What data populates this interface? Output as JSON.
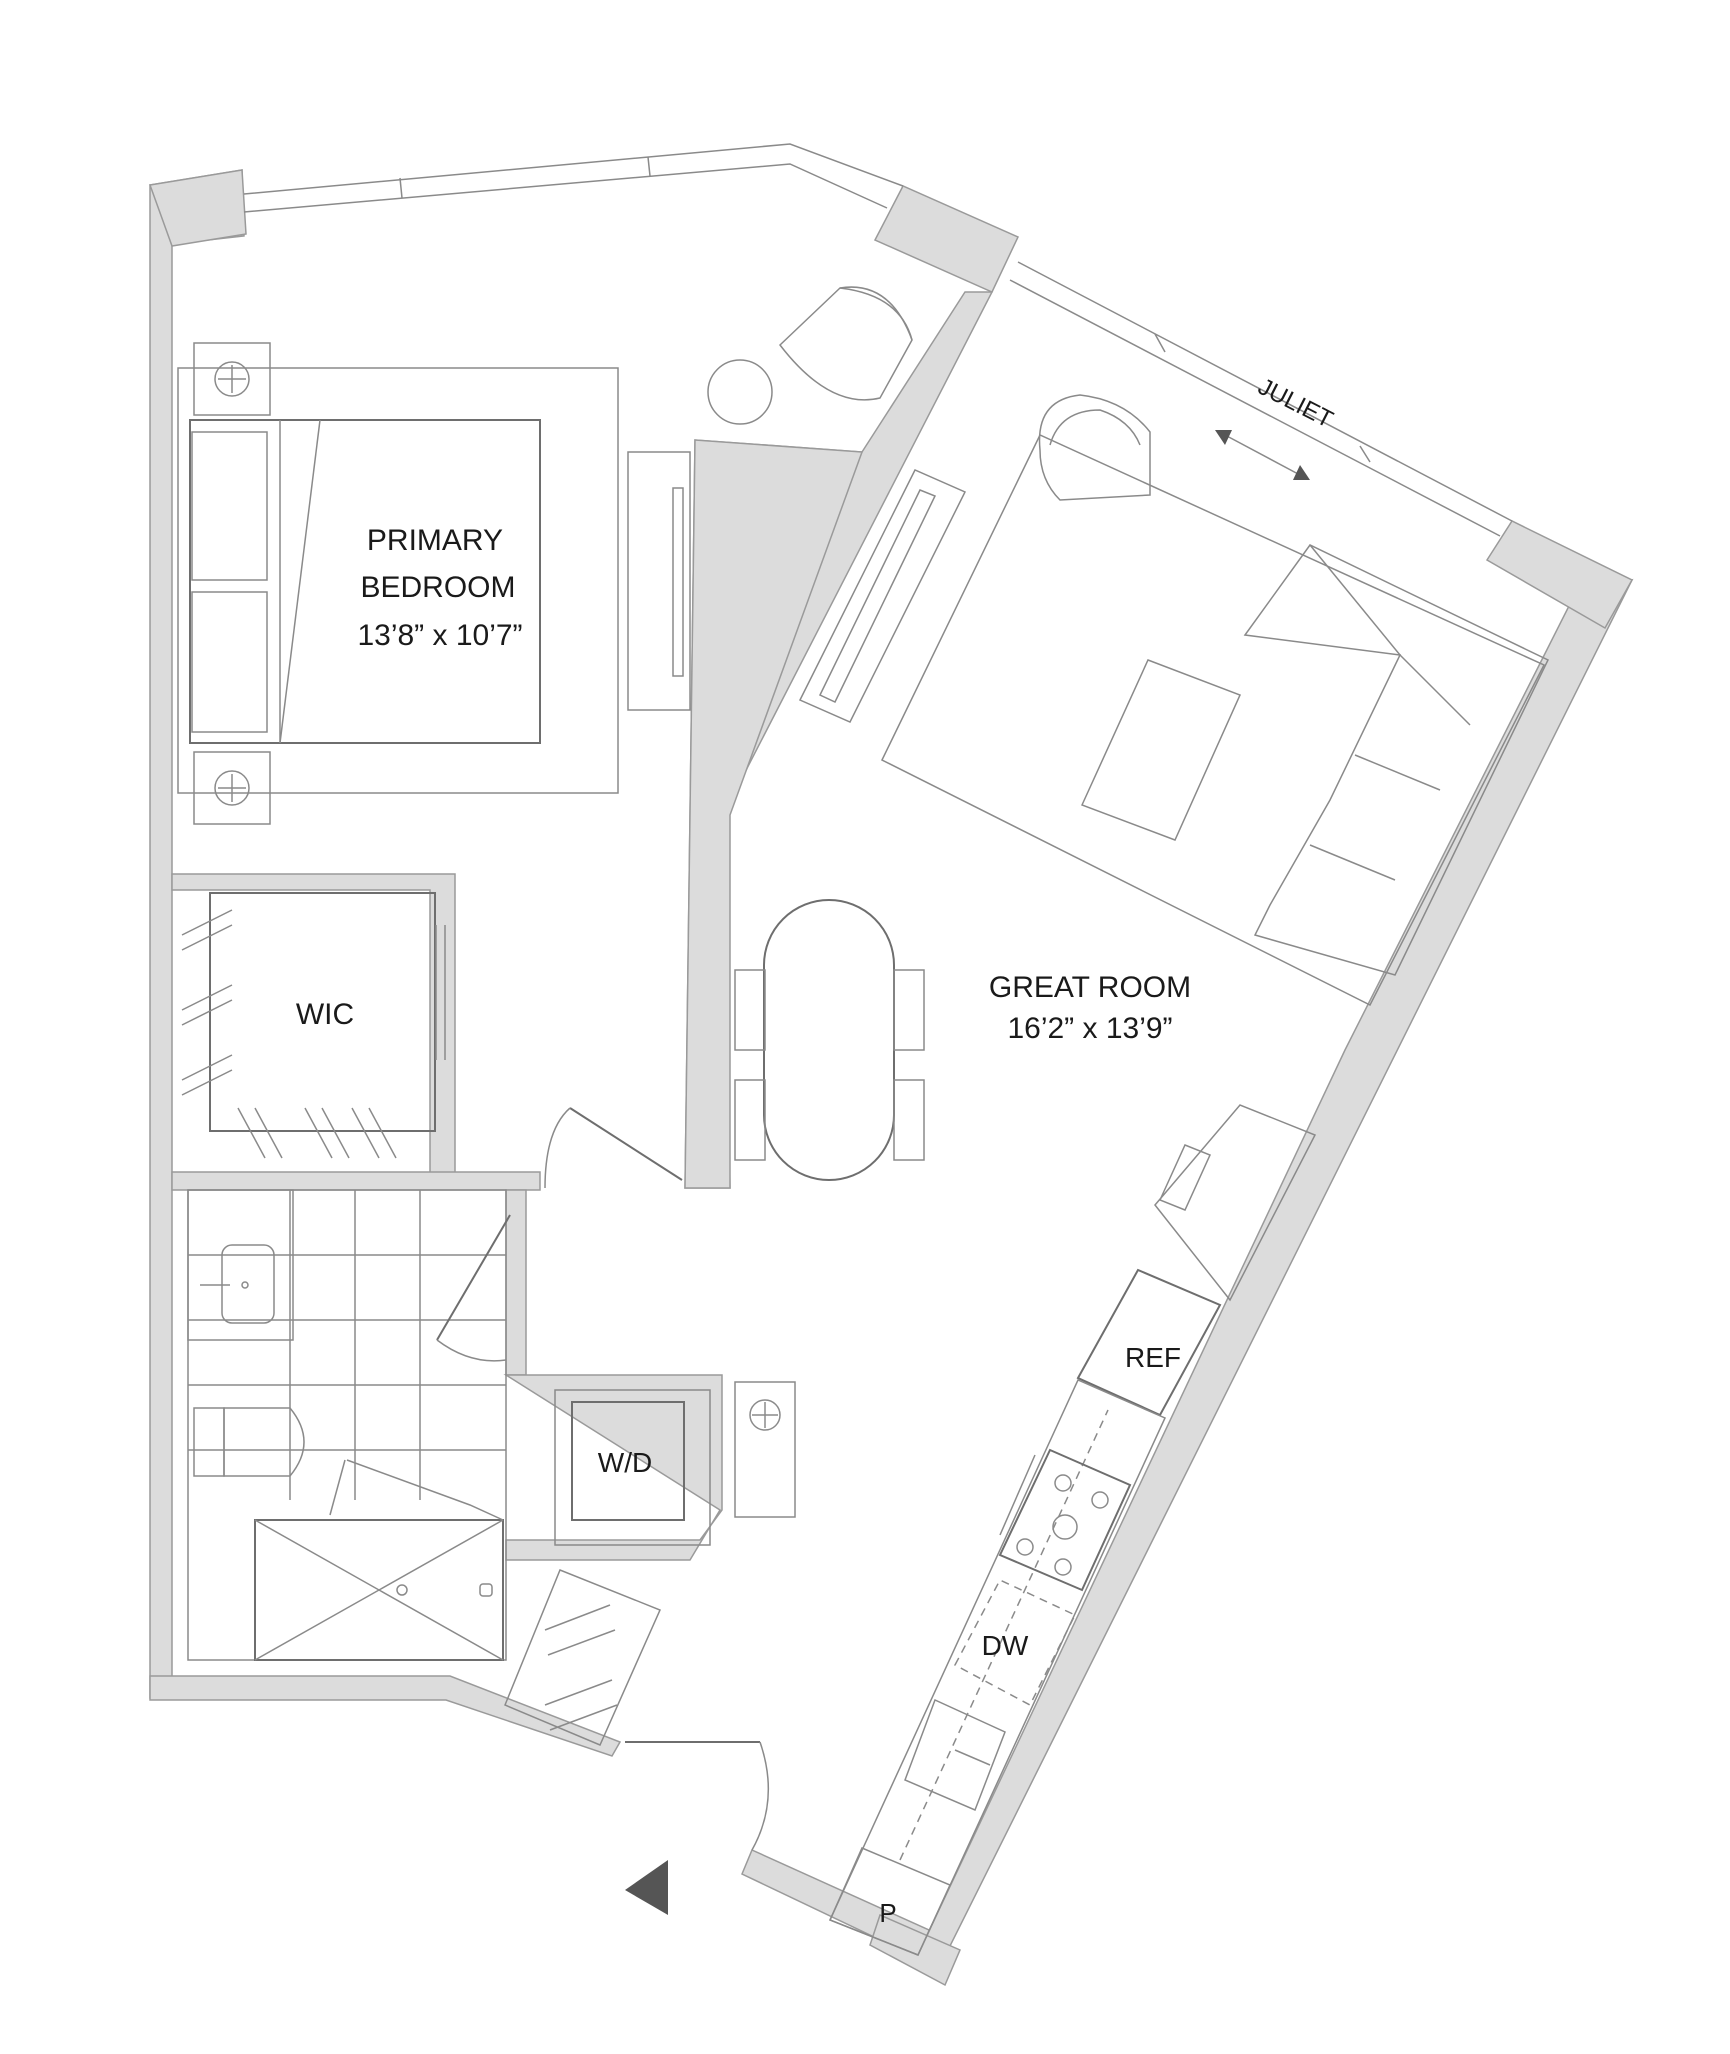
{
  "rooms": {
    "primary_bedroom": {
      "name_line1": "PRIMARY",
      "name_line2": "BEDROOM",
      "dims": "13’8” x 10’7”"
    },
    "great_room": {
      "name": "GREAT ROOM",
      "dims": "16’2” x 13’9”"
    },
    "wic": {
      "name": "WIC"
    }
  },
  "appliances": {
    "washer_dryer": "W/D",
    "refrigerator": "REF",
    "dishwasher": "DW",
    "pantry": "P"
  },
  "balcony": {
    "label": "JULIET"
  },
  "colors": {
    "wall_fill": "#dcdcdc",
    "line": "#6e6e6e",
    "entry_marker": "#555555"
  }
}
